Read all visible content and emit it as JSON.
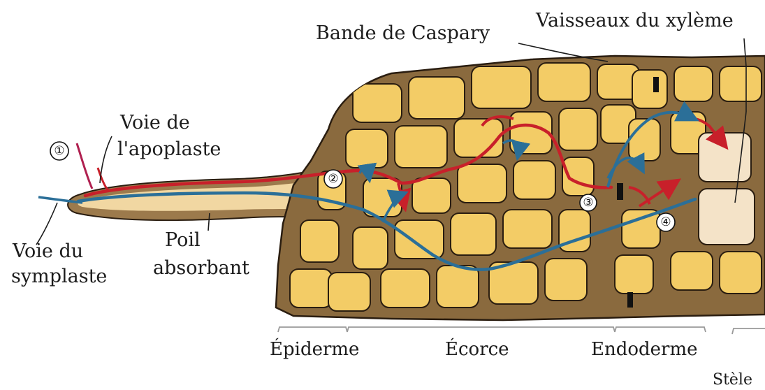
{
  "labels": {
    "caspary": "Bande de Caspary",
    "xylem": "Vaisseaux du xylème",
    "apoplast_line1": "Voie de",
    "apoplast_line2": "l'apoplaste",
    "symplast_line1": "Voie du",
    "symplast_line2": "symplaste",
    "root_hair_line1": "Poil",
    "root_hair_line2": "absorbant",
    "epidermis": "Épiderme",
    "cortex": "Écorce",
    "endodermis": "Endoderme",
    "stele": "Stèle"
  },
  "steps": [
    "①",
    "②",
    "③",
    "④"
  ],
  "colors": {
    "cell_fill": "#f3cc66",
    "cell_wall": "#8a6a3e",
    "wall_outline": "#2a1d10",
    "apoplast_path": "#c8202a",
    "symplast_path": "#2b6f98",
    "xylem_fill": "#f4e3c8",
    "caspary_band": "#111111"
  }
}
